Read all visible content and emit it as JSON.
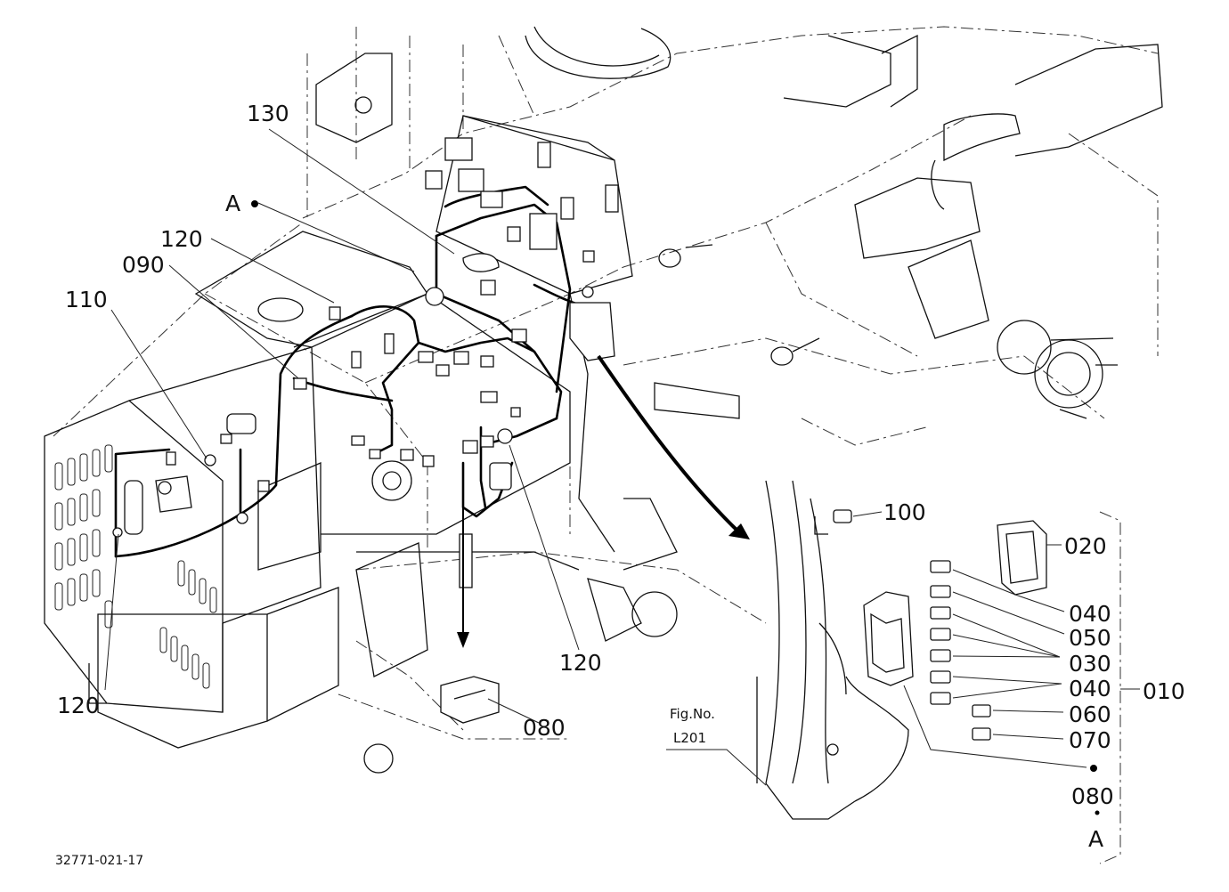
{
  "diagram": {
    "drawing_number": "32771-021-17",
    "reference": {
      "line1": "Fig.No.",
      "line2": "L201"
    },
    "point_marker": "A",
    "callouts": {
      "c010": "010",
      "c020": "020",
      "c030": "030",
      "c040a": "040",
      "c040b": "040",
      "c050": "050",
      "c060": "060",
      "c070": "070",
      "c080a": "080",
      "c080b": "080",
      "c090": "090",
      "c100": "100",
      "c110": "110",
      "c120a": "120",
      "c120b": "120",
      "c120c": "120",
      "c130": "130"
    },
    "markers": {
      "a_left": "A",
      "a_bottom": "A"
    }
  }
}
